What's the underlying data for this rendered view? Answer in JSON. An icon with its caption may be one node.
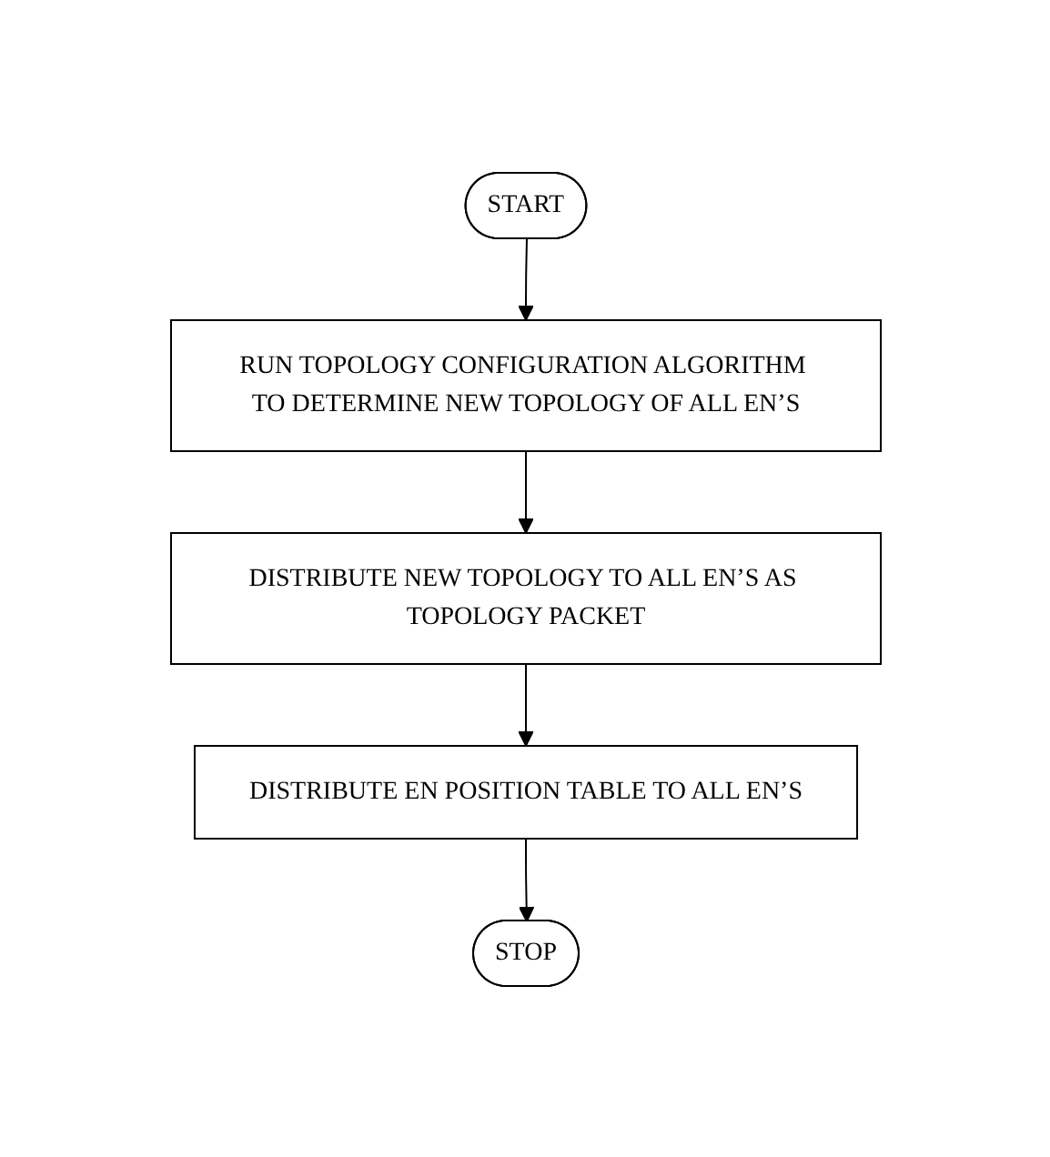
{
  "diagram": {
    "nodes": [
      {
        "text": [
          "START"
        ]
      },
      {
        "text": [
          "RUN TOPOLOGY CONFIGURATION ALGORITHM TO DETERMINE NEW TOPOLOGY OF ALL EN’S"
        ]
      },
      {
        "text": [
          "DISTRIBUTE NEW TOPOLOGY TO ALL EN’S AS TOPOLOGY PACKET"
        ]
      },
      {
        "text": [
          "DISTRIBUTE EN POSITION TABLE TO ALL EN’S"
        ]
      },
      {
        "text": [
          "STOP"
        ]
      }
    ],
    "edges": [
      {
        "from": 0,
        "to": 1,
        "arrow": "to"
      },
      {
        "from": 1,
        "to": 2,
        "arrow": "to"
      },
      {
        "from": 2,
        "to": 3,
        "arrow": "to"
      },
      {
        "from": 3,
        "to": 4,
        "arrow": "to"
      }
    ]
  }
}
